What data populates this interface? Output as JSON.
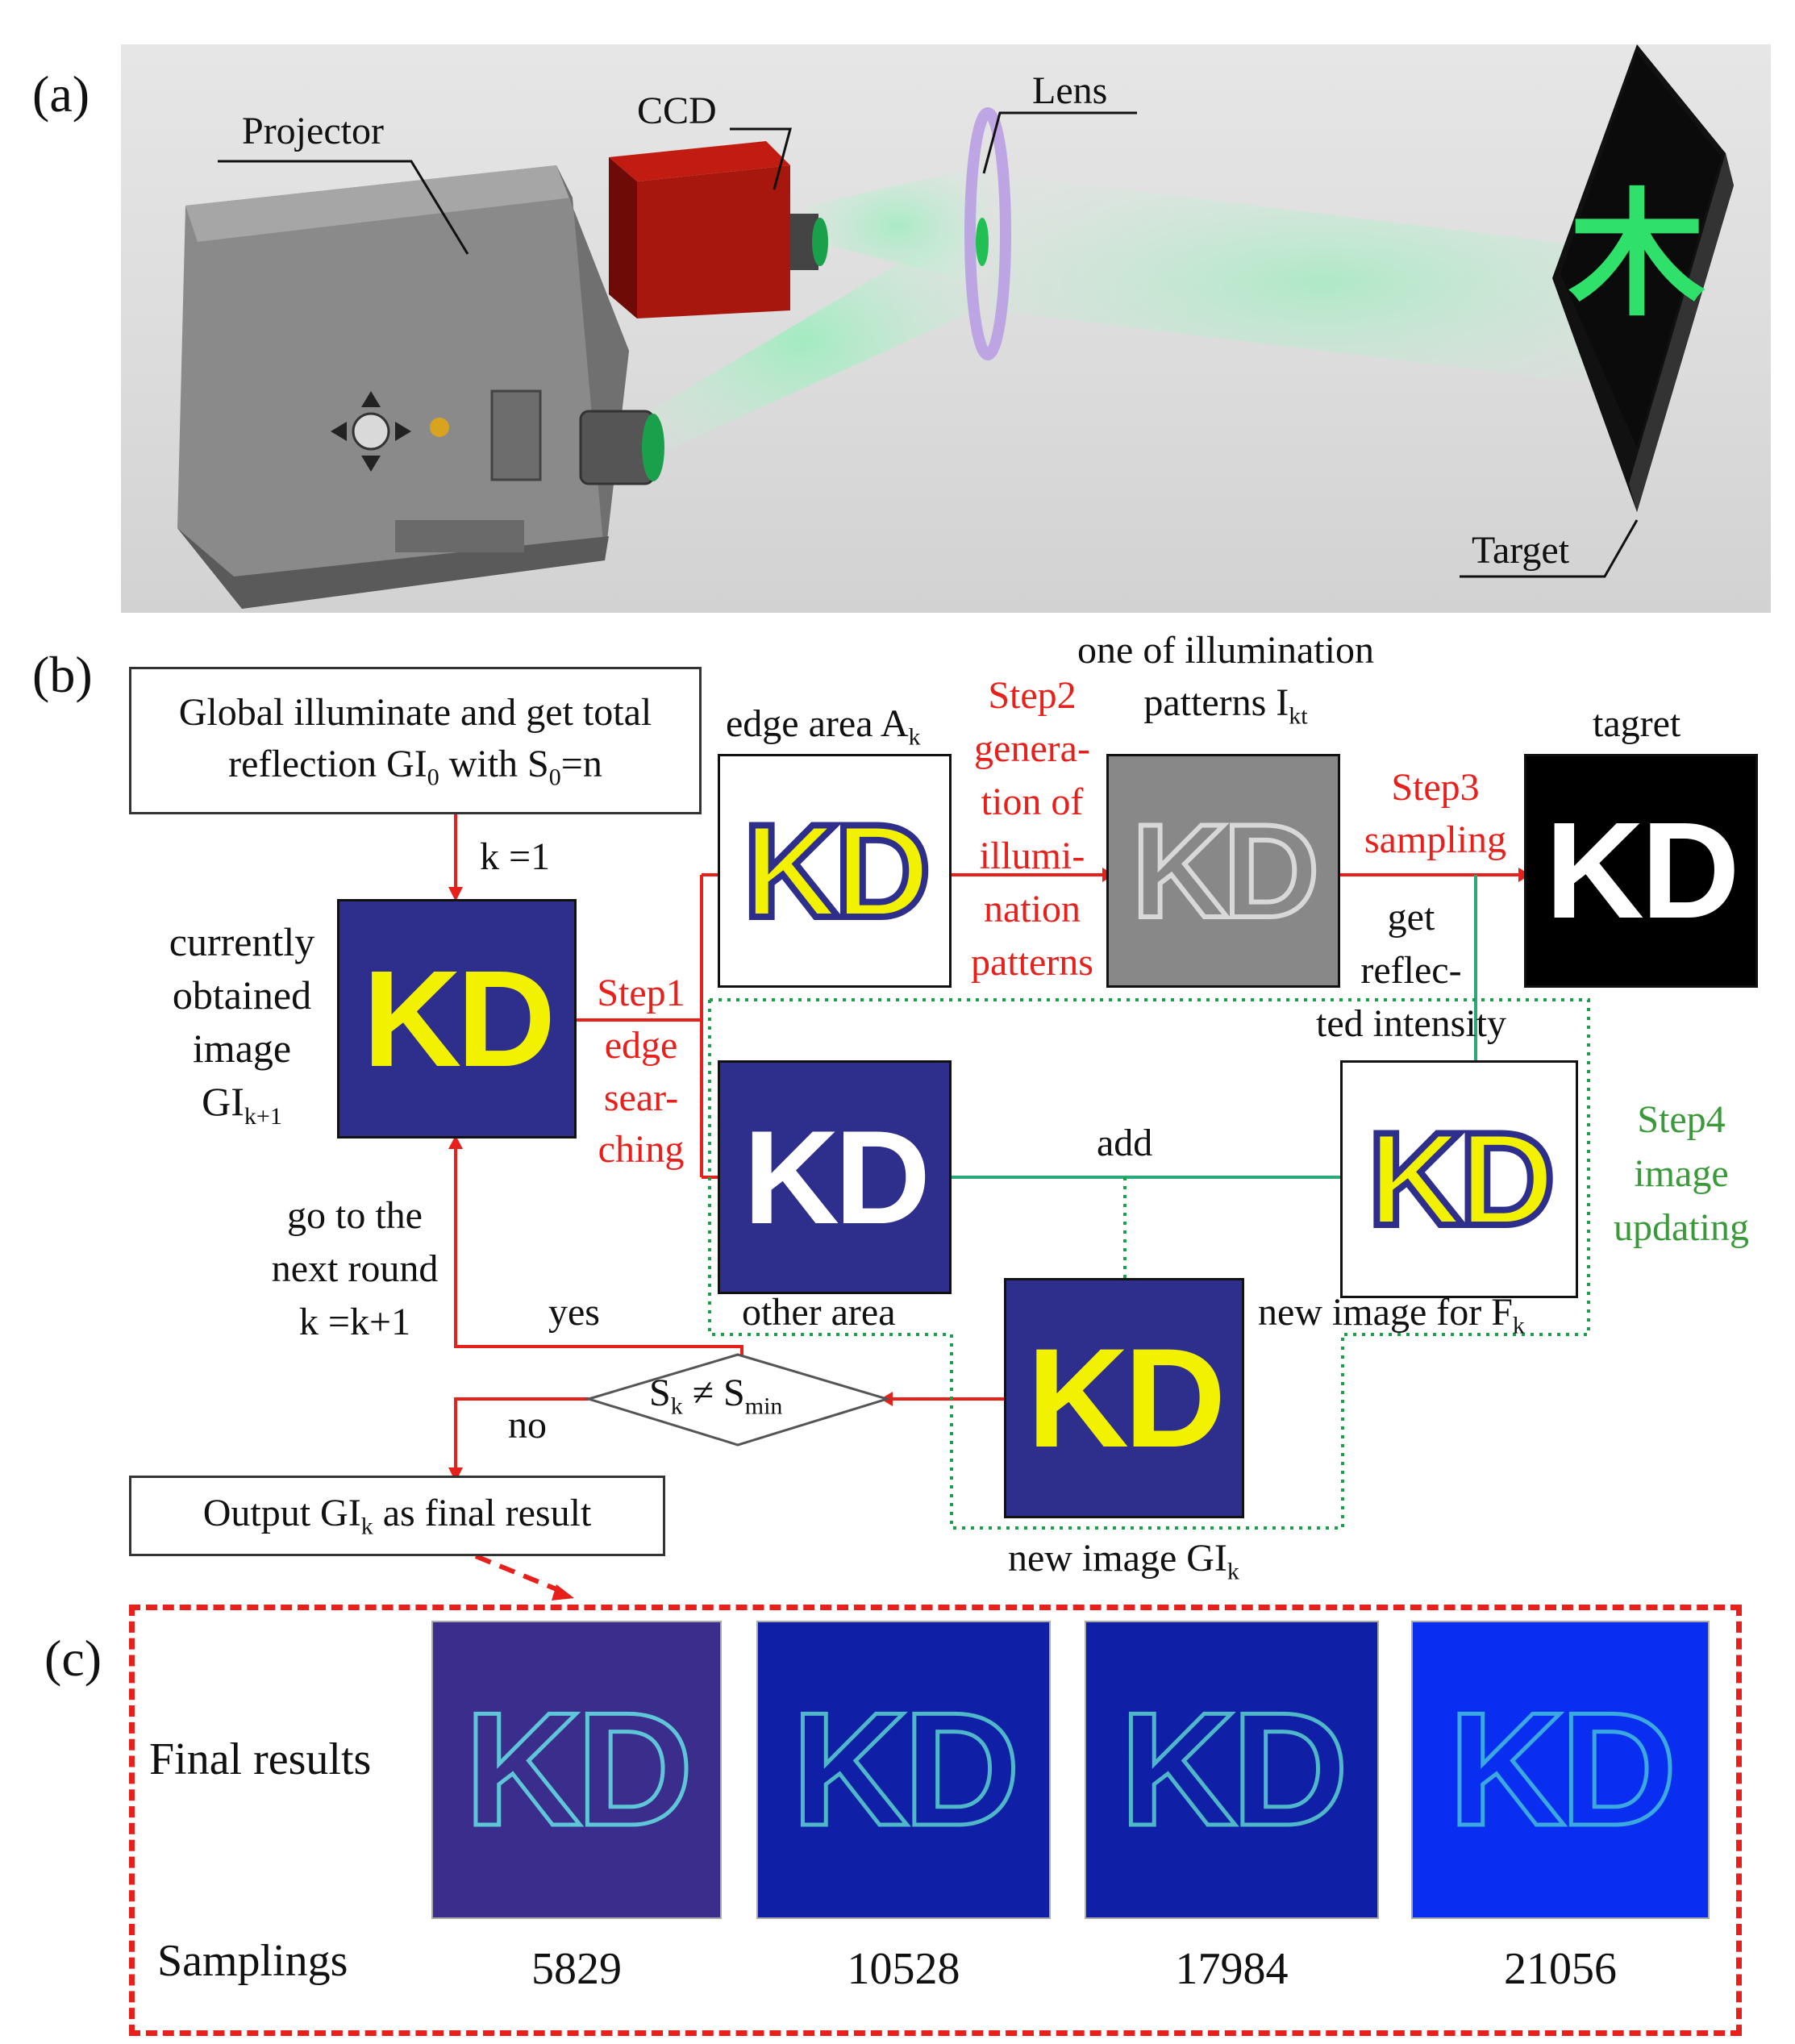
{
  "panel_a": {
    "letter": "(a)",
    "labels": {
      "projector": "Projector",
      "ccd": "CCD",
      "lens": "Lens",
      "target": "Target"
    }
  },
  "panel_b": {
    "letter": "(b)",
    "start_box": {
      "line1": "Global illuminate and get total",
      "line2": "reflection GI",
      "sub0": "0",
      "mid": " with S",
      "sub1": "0",
      "end": "=n"
    },
    "k_init": "k =1",
    "current_image": {
      "line1": "currently",
      "line2": "obtained",
      "line3": "image",
      "line4": "GI",
      "sub": "k+1"
    },
    "step1": {
      "line1": "Step1",
      "line2": "edge",
      "line3": "sear-",
      "line4": "ching"
    },
    "edge_area": {
      "text": "edge area A",
      "sub": "k"
    },
    "step2": {
      "line1": "Step2",
      "line2": "genera-",
      "line3": "tion of",
      "line4": "illumi-",
      "line5": "nation",
      "line6": "patterns"
    },
    "illum_pattern": {
      "line1": "one of illumination",
      "line2": "patterns I",
      "sub": "kt"
    },
    "step3": {
      "line1": "Step3",
      "line2": "sampling"
    },
    "target_title": "tagret",
    "reflected": {
      "line1": "get",
      "line2": "reflec-",
      "line3": "ted intensity"
    },
    "step4": {
      "line1": "Step4",
      "line2": "image",
      "line3": "updating"
    },
    "other_area": "other area",
    "add": "add",
    "new_image_fk": {
      "text": "new image for F",
      "sub": "k"
    },
    "go_next": {
      "line1": "go to the",
      "line2": "next round",
      "line3": "k =k+1"
    },
    "yes": "yes",
    "no": "no",
    "decision": {
      "s": "S",
      "sub_k": "k",
      "neq": " ≠ S",
      "sub_min": "min"
    },
    "output_box": {
      "text": "Output GI",
      "sub": "k",
      "end": " as final result"
    },
    "new_image_gik": {
      "text": "new image GI",
      "sub": "k"
    },
    "kd_text": "KD"
  },
  "panel_c": {
    "letter": "(c)",
    "final_results_label": "Final results",
    "samplings_label": "Samplings",
    "samplings": [
      "5829",
      "10528",
      "17984",
      "21056"
    ]
  },
  "colors": {
    "flow_red": "#e8201c",
    "flow_green": "#2aa876",
    "dotted_green": "#1aa04a",
    "tile_navy": "#2e2f8c",
    "kd_yellow": "#f2f200",
    "result_bgs": [
      "#3a2d8c",
      "#0f1fa6",
      "#0f1fa6",
      "#0a2ef0"
    ]
  }
}
